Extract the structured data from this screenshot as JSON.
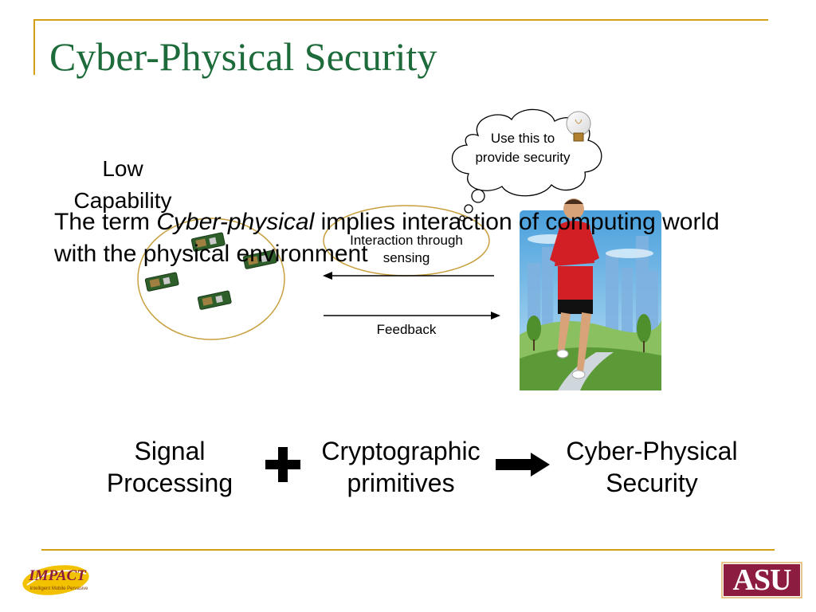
{
  "slide": {
    "title": "Cyber-Physical Security",
    "intro": {
      "prefix": "The term ",
      "emphasis": "Cyber-physical",
      "suffix": " implies interaction of computing world with the physical environment"
    },
    "low_capability": "Low Capability",
    "thought_bubble": "Use this to provide security",
    "interaction_label": "Interaction through sensing",
    "feedback_label": "Feedback",
    "equation": {
      "term1": [
        "Signal",
        "Processing"
      ],
      "operator": "+",
      "term2": [
        "Cryptographic",
        "primitives"
      ],
      "result": [
        "Cyber-Physical",
        "Security"
      ]
    },
    "footer": {
      "left_logo_text": "IMPACT",
      "left_logo_tagline": "Intelligent Mobile Pervasive",
      "right_logo_text": "ASU"
    }
  },
  "colors": {
    "title": "#1d6b3a",
    "accent_rule": "#d4a017",
    "ellipse": "#c8a040",
    "asu_maroon": "#8c1d40"
  }
}
